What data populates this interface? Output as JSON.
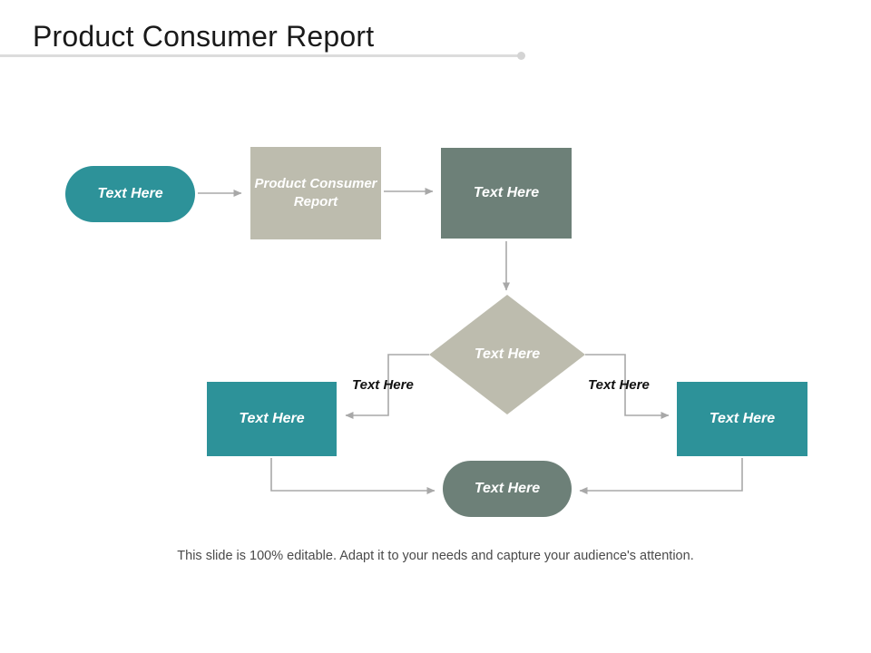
{
  "slide": {
    "title": "Product Consumer Report",
    "caption": "This slide is 100% editable. Adapt it to your needs and capture your audience's attention."
  },
  "colors": {
    "teal": "#2d9299",
    "beige": "#bdbcae",
    "slate_green": "#6d8078",
    "connector": "#a8a8a8",
    "divider": "#dcdcdc",
    "title_text": "#1a1a1a",
    "caption_text": "#4a4a4a",
    "label_text": "#111111"
  },
  "diagram": {
    "nodes": {
      "start": {
        "label": "Text Here",
        "shape": "pill",
        "fill": "teal"
      },
      "center_top": {
        "label": "Product Consumer Report",
        "shape": "rect",
        "fill": "beige"
      },
      "top_right": {
        "label": "Text Here",
        "shape": "rect",
        "fill": "slate_green"
      },
      "diamond": {
        "label": "Text Here",
        "shape": "diamond",
        "fill": "beige"
      },
      "left": {
        "label": "Text Here",
        "shape": "rect",
        "fill": "teal"
      },
      "right": {
        "label": "Text Here",
        "shape": "rect",
        "fill": "teal"
      },
      "bottom": {
        "label": "Text Here",
        "shape": "pill",
        "fill": "slate_green"
      }
    },
    "edge_labels": {
      "left": "Text Here",
      "right": "Text Here"
    }
  }
}
